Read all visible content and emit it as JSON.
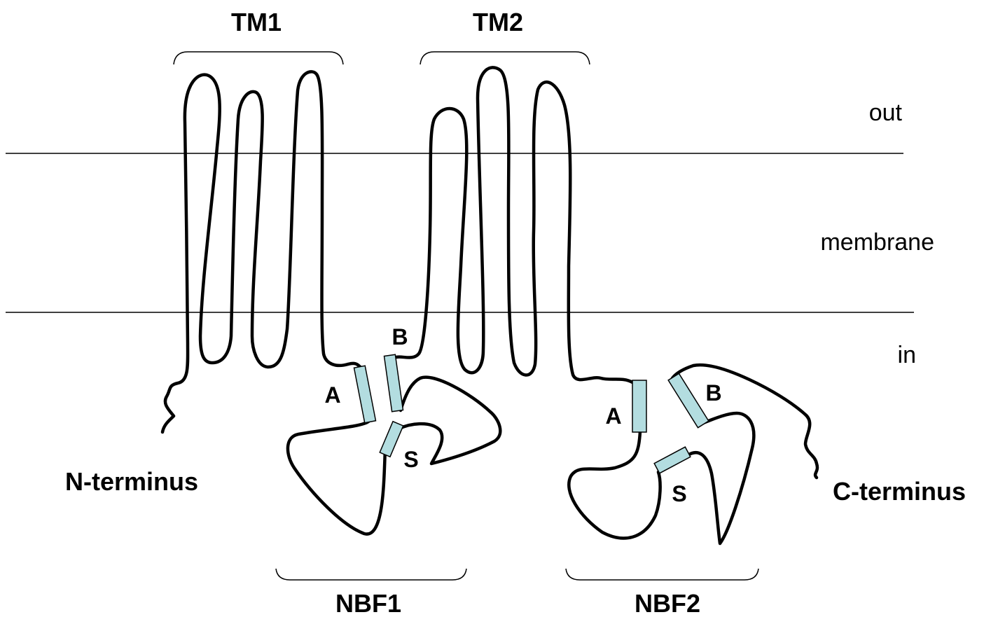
{
  "regions": {
    "out": "out",
    "membrane": "membrane",
    "in": "in"
  },
  "domains": {
    "tm1": "TM1",
    "tm2": "TM2",
    "nbf1": "NBF1",
    "nbf2": "NBF2"
  },
  "termini": {
    "n": "N-terminus",
    "c": "C-terminus"
  },
  "nbf1_motifs": {
    "a": "A",
    "b": "B",
    "s": "S"
  },
  "nbf2_motifs": {
    "a": "A",
    "b": "B",
    "s": "S"
  },
  "colors": {
    "motif_fill": "#b3dde0",
    "line": "#000000"
  }
}
